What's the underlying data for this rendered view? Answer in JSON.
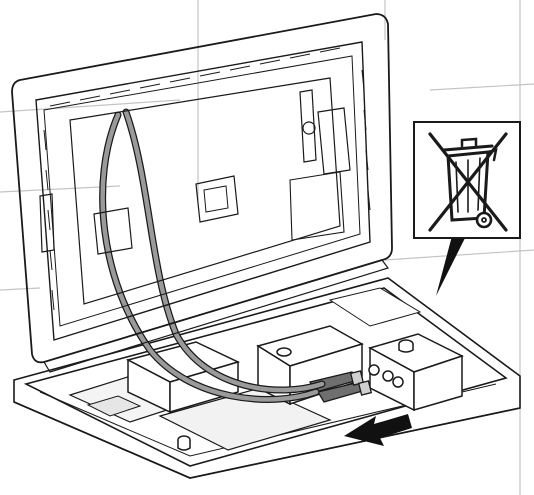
{
  "figure": {
    "kind": "installation-illustration",
    "style": "black line art on white",
    "background": "#ffffff",
    "stroke": "#1a1a1a",
    "cable_fill": "#8c8c8c",
    "arrow_fill": "#111111"
  },
  "callout": {
    "symbol": "crossed-out-wheelie-bin-icon"
  },
  "assembly_arrow": {
    "direction": "left"
  }
}
